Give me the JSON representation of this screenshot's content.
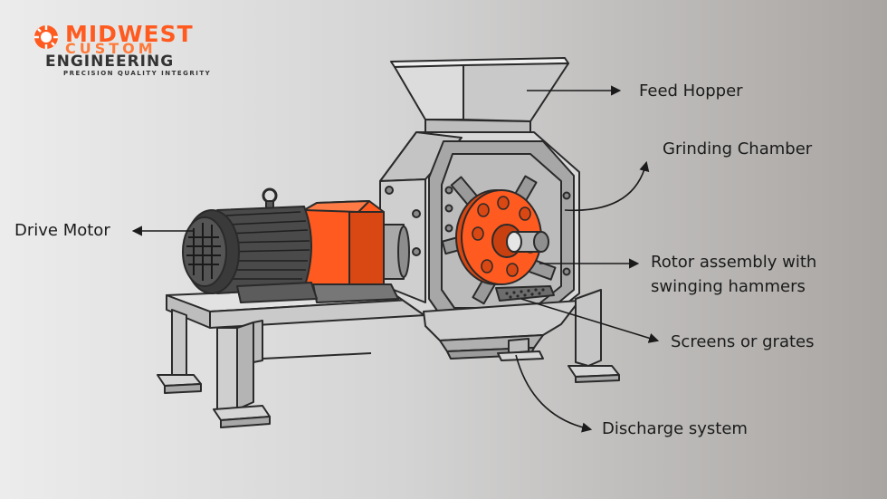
{
  "logo": {
    "line1": "MIDWEST",
    "line2": "CUSTOM",
    "line3": "ENGINEERING",
    "tagline": "PRECISION  QUALITY  INTEGRITY"
  },
  "labels": {
    "feed_hopper": "Feed Hopper",
    "grinding_chamber": "Grinding Chamber",
    "drive_motor": "Drive Motor",
    "rotor_line1": "Rotor assembly with",
    "rotor_line2": "swinging hammers",
    "screens": "Screens or grates",
    "discharge": "Discharge system"
  },
  "colors": {
    "accent_orange": "#ff5a1f",
    "motor_dark": "#4a4a4a",
    "frame_grey": "#cfcfcf",
    "outline": "#2a2a2a"
  },
  "icons": [
    "gear-icon",
    "arrow-right-icon",
    "arrow-left-icon",
    "curved-arrow-icon"
  ]
}
